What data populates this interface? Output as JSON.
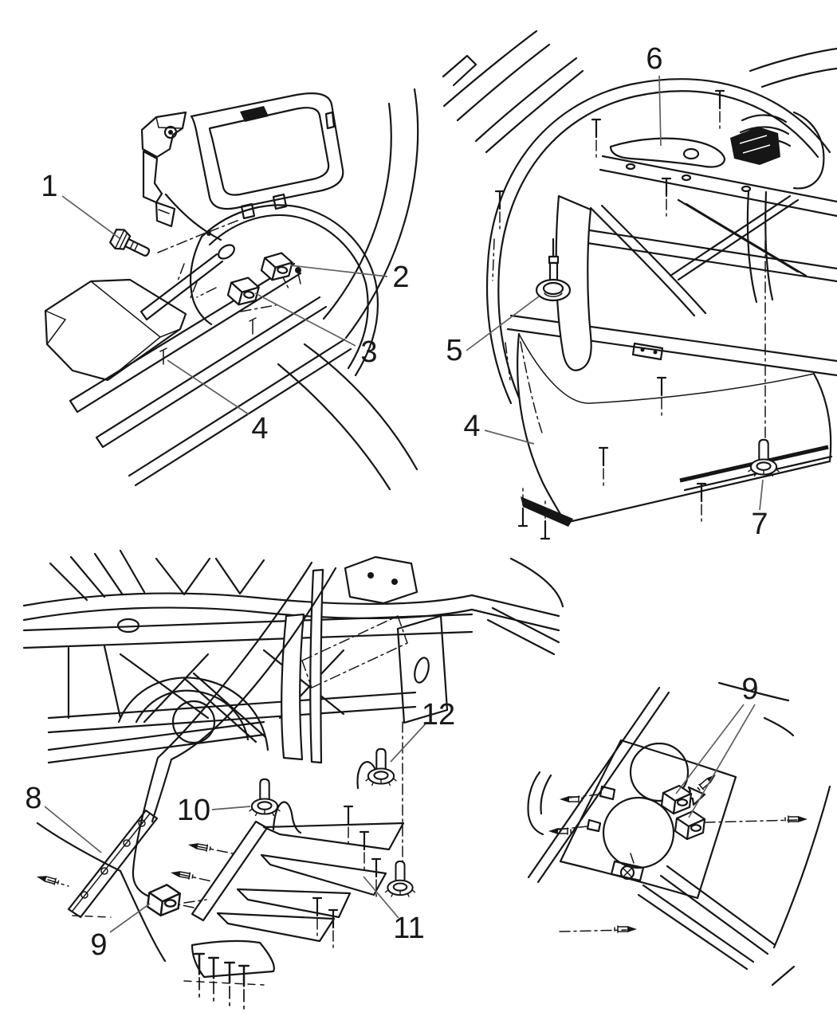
{
  "page": {
    "background": "#ffffff"
  },
  "diagram": {
    "ink_color": "#161616",
    "leader_color": "#5f5f5f",
    "views": {
      "front_wheelhouse": {
        "callouts": {
          "c1": "1",
          "c2": "2",
          "c3": "3",
          "c4": "4"
        }
      },
      "rear_wheelhouse": {
        "callouts": {
          "c6": "6",
          "c5": "5",
          "c4": "4",
          "c7": "7"
        }
      },
      "underbody": {
        "callouts": {
          "c8": "8",
          "c9": "9",
          "c10": "10",
          "c11": "11",
          "c12": "12"
        }
      },
      "floor_pan": {
        "callouts": {
          "c9": "9"
        }
      }
    }
  }
}
